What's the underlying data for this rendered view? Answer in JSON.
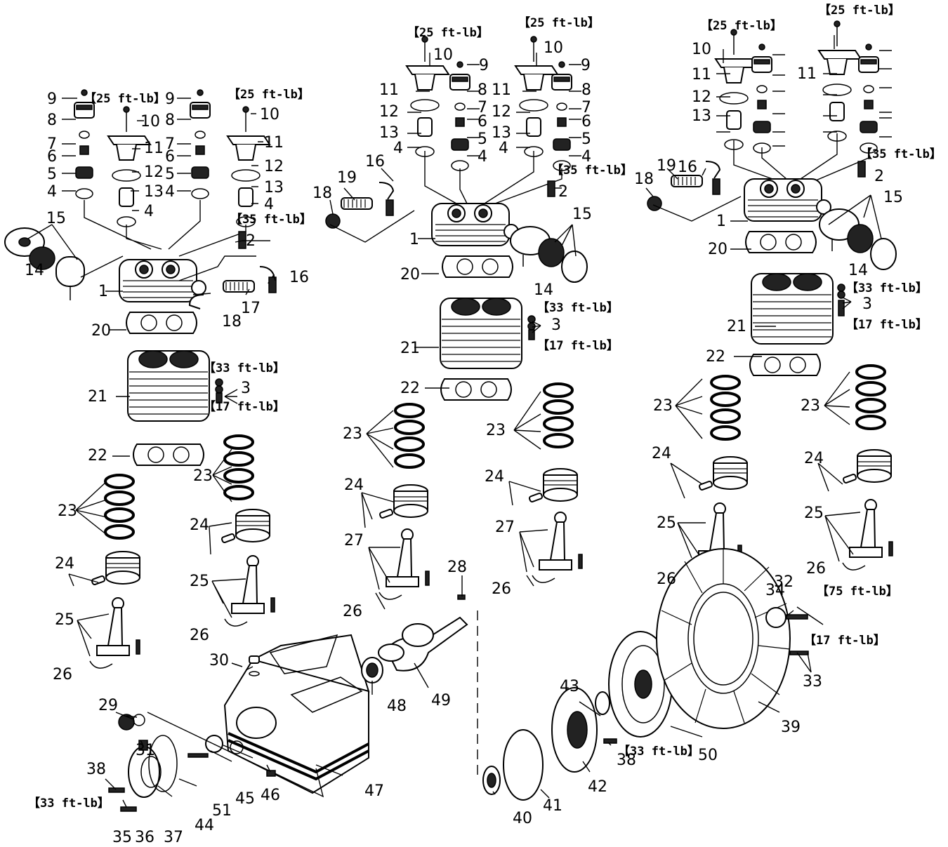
{
  "callouts": {
    "c1a": "1",
    "c1b": "1",
    "c1c": "1",
    "c2a": "2",
    "c2b": "2",
    "c2c": "2",
    "c3a": "3",
    "c3b": "3",
    "c3c": "3",
    "c4a": "4",
    "c4b": "4",
    "c4c": "4",
    "c4d": "4",
    "c4e": "4",
    "c4f": "4",
    "c4g": "4",
    "c4h": "4",
    "c5a": "5",
    "c5b": "5",
    "c5c": "5",
    "c5d": "5",
    "c6a": "6",
    "c6b": "6",
    "c6c": "6",
    "c6d": "6",
    "c7a": "7",
    "c7b": "7",
    "c7c": "7",
    "c7d": "7",
    "c8a": "8",
    "c8b": "8",
    "c8c": "8",
    "c8d": "8",
    "c9a": "9",
    "c9b": "9",
    "c9c": "9",
    "c9d": "9",
    "c10a": "10",
    "c10b": "10",
    "c10c": "10",
    "c10d": "10",
    "c10e": "10",
    "c11a": "11",
    "c11b": "11",
    "c11c": "11",
    "c11d": "11",
    "c11e": "11",
    "c11f": "11",
    "c12a": "12",
    "c12b": "12",
    "c12c": "12",
    "c12d": "12",
    "c12e": "12",
    "c13a": "13",
    "c13b": "13",
    "c13c": "13",
    "c13d": "13",
    "c13e": "13",
    "c14a": "14",
    "c14b": "14",
    "c14c": "14",
    "c15a": "15",
    "c15b": "15",
    "c15c": "15",
    "c16a": "16",
    "c16b": "16",
    "c16c": "16",
    "c17a": "17",
    "c18a": "18",
    "c18b": "18",
    "c18c": "18",
    "c19a": "19",
    "c19b": "19",
    "c20a": "20",
    "c20b": "20",
    "c20c": "20",
    "c21a": "21",
    "c21b": "21",
    "c21c": "21",
    "c22a": "22",
    "c22b": "22",
    "c22c": "22",
    "c23a": "23",
    "c23b": "23",
    "c23c": "23",
    "c23d": "23",
    "c23e": "23",
    "c23f": "23",
    "c24a": "24",
    "c24b": "24",
    "c24c": "24",
    "c24d": "24",
    "c24e": "24",
    "c24f": "24",
    "c25a": "25",
    "c25b": "25",
    "c25c": "25",
    "c25d": "25",
    "c26a": "26",
    "c26b": "26",
    "c26c": "26",
    "c26d": "26",
    "c26e": "26",
    "c26f": "26",
    "c27a": "27",
    "c27b": "27",
    "c28": "28",
    "c29": "29",
    "c30": "30",
    "c31": "31",
    "c32": "32",
    "c33": "33",
    "c34": "34",
    "c35": "35",
    "c36": "36",
    "c37": "37",
    "c38a": "38",
    "c38b": "38",
    "c39": "39",
    "c40": "40",
    "c41": "41",
    "c42": "42",
    "c43": "43",
    "c44": "44",
    "c45": "45",
    "c46": "46",
    "c47": "47",
    "c48": "48",
    "c49": "49",
    "c50": "50",
    "c51": "51"
  },
  "torque": {
    "t25a": "【25 ft-lb】",
    "t25b": "【25 ft-lb】",
    "t25c": "【25 ft-lb】",
    "t25d": "【25 ft-lb】",
    "t25e": "【25 ft-lb】",
    "t35a": "【35 ft-lb】",
    "t35b": "【35 ft-lb】",
    "t35c": "【35 ft-lb】",
    "t33a": "【33 ft-lb】",
    "t33b": "【33 ft-lb】",
    "t33c": "【33 ft-lb】",
    "t33d": "【33 ft-lb】",
    "t33e": "【33 ft-lb】",
    "t17a": "【17 ft-lb】",
    "t17b": "【17 ft-lb】",
    "t17c": "【17 ft-lb】",
    "t17d": "【17 ft-lb】",
    "t75": "【75 ft-lb】"
  }
}
